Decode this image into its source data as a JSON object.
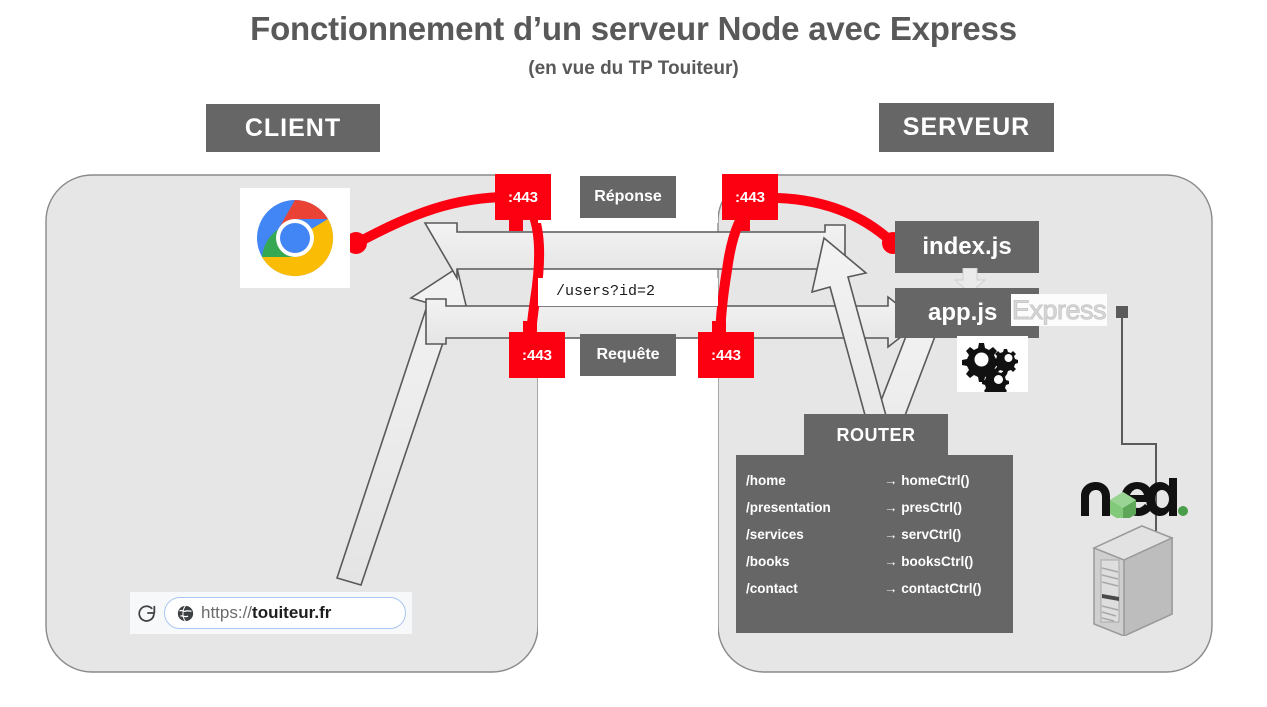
{
  "header": {
    "title": "Fonctionnement d’un serveur Node avec Express",
    "subtitle": "(en vue du TP Touiteur)"
  },
  "panels": {
    "client_label": "CLIENT",
    "server_label": "SERVEUR"
  },
  "flow": {
    "response_label": "Réponse",
    "request_label": "Requête",
    "query_path": "/users?id=2",
    "ports": [
      {
        "name": "port-client-response",
        "label": ":443"
      },
      {
        "name": "port-server-response",
        "label": ":443"
      },
      {
        "name": "port-client-request",
        "label": ":443"
      },
      {
        "name": "port-server-request",
        "label": ":443"
      }
    ]
  },
  "server": {
    "index_label": "index.js",
    "app_label": "app.js",
    "express_label": "Express",
    "router_title": "ROUTER",
    "router_routes": [
      {
        "route": "/home",
        "ctrl": "→ homeCtrl()"
      },
      {
        "route": "/presentation",
        "ctrl": "→ presCtrl()"
      },
      {
        "route": "/services",
        "ctrl": "→ servCtrl()"
      },
      {
        "route": "/books",
        "ctrl": "→ booksCtrl()"
      },
      {
        "route": "/contact",
        "ctrl": "→ contactCtrl()"
      }
    ],
    "icons": {
      "gears": "gears-icon",
      "node": "node-logo-icon",
      "tower": "server-tower-icon"
    }
  },
  "client": {
    "browser_icon": "chrome-logo-icon",
    "reload_icon": "reload-icon",
    "site_icon": "globe-icon",
    "url_scheme": "https://",
    "url_host": "touiteur.fr"
  },
  "colors": {
    "panel_fill": "#e6e6e6",
    "gray_box": "#666666",
    "red": "#fc0012",
    "arrow_fill": "#ebebeb",
    "arrow_stroke": "#595959",
    "title_text": "#595959"
  }
}
